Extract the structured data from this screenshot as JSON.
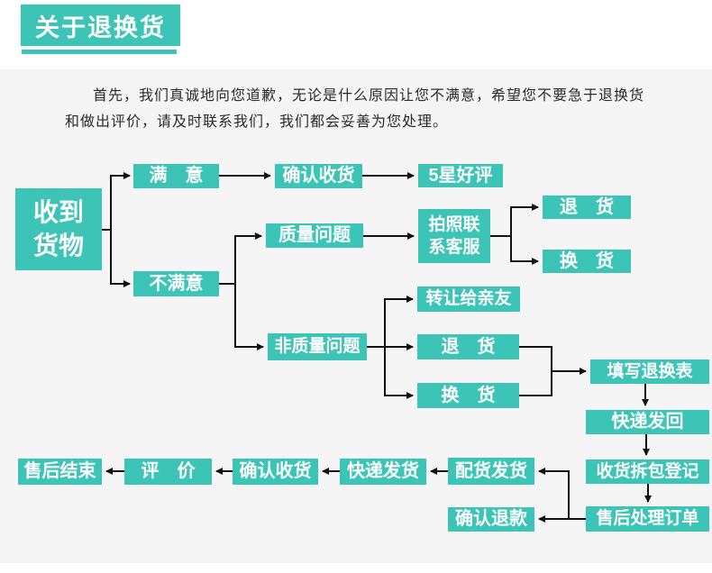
{
  "header": {
    "title": "关于退换货"
  },
  "intro": {
    "line1": "首先，我们真诚地向您道歉，无论是什么原因让您不满意，希望您不要急于退换货",
    "line2": "和做出评价，请及时联系我们，我们都会妥善为您处理。"
  },
  "nodes": {
    "received": {
      "label": "收到\n货物"
    },
    "satisfied": {
      "label": "满　意"
    },
    "confirm_receipt_top": {
      "label": "确认收货"
    },
    "five_star": {
      "label": "5星好评"
    },
    "unsatisfied": {
      "label": "不满意"
    },
    "quality_issue": {
      "label": "质量问题"
    },
    "photo_contact": {
      "label": "拍照联\n系客服"
    },
    "return_quality": {
      "label": "退　货"
    },
    "exchange_quality": {
      "label": "换　货"
    },
    "non_quality_issue": {
      "label": "非质量问题"
    },
    "transfer_friend": {
      "label": "转让给亲友"
    },
    "return_non_quality": {
      "label": "退　货"
    },
    "exchange_non_quality": {
      "label": "换　货"
    },
    "fill_form": {
      "label": "填写退换表"
    },
    "express_back": {
      "label": "快递发回"
    },
    "receive_register": {
      "label": "收货拆包登记"
    },
    "aftersales_process": {
      "label": "售后处理订单"
    },
    "prepare_ship": {
      "label": "配货发货"
    },
    "confirm_refund": {
      "label": "确认退款"
    },
    "express_delivery": {
      "label": "快递发货"
    },
    "confirm_receipt_bottom": {
      "label": "确认收货"
    },
    "review": {
      "label": "评　价"
    },
    "aftersales_end": {
      "label": "售后结束"
    }
  },
  "colors": {
    "box": "#3cc5b7",
    "line": "#111111",
    "panel_background": "#f5f5f5",
    "text_on_box": "#ffffff",
    "paragraph_text": "#2b2b2b"
  }
}
